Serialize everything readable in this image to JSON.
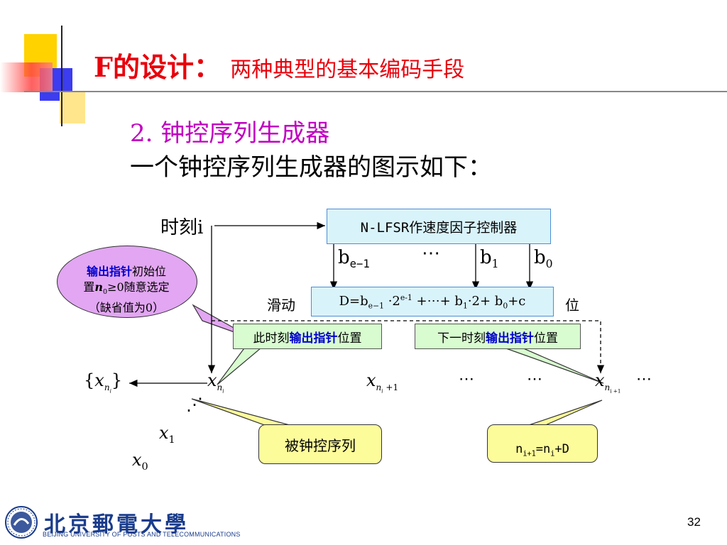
{
  "slide": {
    "title_main": "F的设计：",
    "title_sub": "两种典型的基本编码手段",
    "heading": "2. 钟控序列生成器",
    "subheading": "一个钟控序列生成器的图示如下："
  },
  "diagram": {
    "time_label": "时刻i",
    "controller_label": "N-LFSR作速度因子控制器",
    "b_e1": "b",
    "b_e1_sub": "e−1",
    "dots_top": "⋯",
    "b_1": "b",
    "b_1_sub": "1",
    "b_0": "b",
    "b_0_sub": "0",
    "slide_label": "滑动",
    "shift_label": "位",
    "formula_parts": {
      "p1": "D=b",
      "p1_sub": "e−1",
      "p2": " ·2",
      "p2_sup": "e-1",
      "p3": " +⋯+ b",
      "p3_sub": "1",
      "p4": "·2+ b",
      "p4_sub": "0",
      "p5": "+c"
    },
    "callout_pointer": {
      "line1_a": "输出指针",
      "line1_b": "初始位",
      "line2_a": "置",
      "line2_n": "n",
      "line2_sub": "0",
      "line2_b": "≥0随意选定",
      "line3": "（缺省值为0）"
    },
    "current_box": {
      "a": "此时刻",
      "b": "输出指针",
      "c": "位置"
    },
    "next_box": {
      "a": "下一时刻",
      "b": "输出指针",
      "c": "位置"
    },
    "seq_left": {
      "open": "{",
      "x": "x",
      "sub": "n",
      "subsub": "i",
      "close": "}"
    },
    "x_ni": {
      "x": "x",
      "sub": "n",
      "subsub": "i"
    },
    "x_ni1": {
      "x": "x",
      "sub": "n",
      "subsub": "i",
      "plus": " +1"
    },
    "dots1": "⋯",
    "dots2": "⋯",
    "x_ni_plus1": {
      "x": "x",
      "sub": "n",
      "subsub": "i +1"
    },
    "dots3": "⋯",
    "vdots": "⋰",
    "x1": {
      "x": "x",
      "sub": "1"
    },
    "x0": {
      "x": "x",
      "sub": "0"
    },
    "clocked_label": "被钟控序列",
    "next_formula": {
      "a": "n",
      "a_sub": "i+1",
      "b": "=n",
      "b_sub": "i",
      "c": "+D"
    }
  },
  "footer": {
    "university_cn": "北京郵電大學",
    "university_en": "BEIJING UNIVERSITY OF POSTS AND TELECOMMUNICATIONS",
    "page_number": "32"
  },
  "colors": {
    "title": "#e8000b",
    "heading": "#c000c0",
    "accent_blue": "#0000cc",
    "box_blue_fill": "#d9f3fb",
    "callout_purple": "#e2a6f2",
    "callout_green": "#d8fcd0",
    "callout_yellow": "#fdfc9b"
  }
}
